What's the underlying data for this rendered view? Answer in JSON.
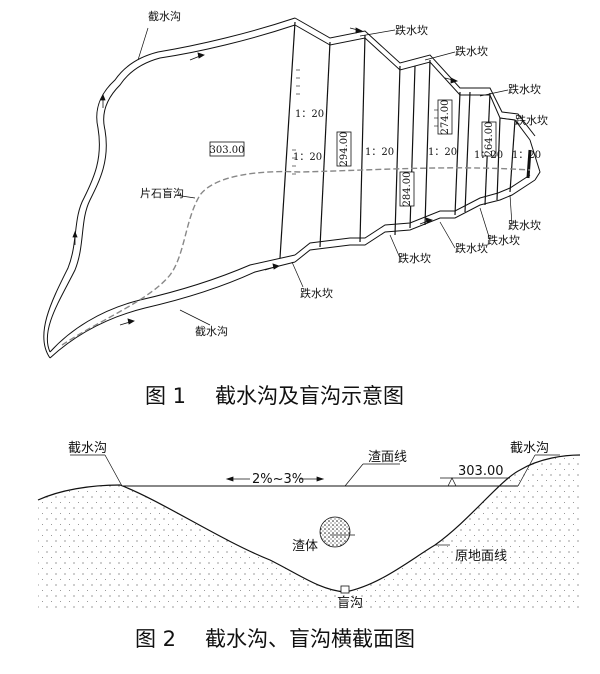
{
  "figure1": {
    "caption_no": "图 1",
    "caption_text": "截水沟及盲沟示意图",
    "label_intercept_top": "截水沟",
    "label_intercept_bottom": "截水沟",
    "label_blind_ditch": "片石盲沟",
    "drop_label": "跌水坎",
    "elevation_main": "303.00",
    "elevation_2": "294.00",
    "elevation_3": "284.00",
    "elevation_4": "274.00",
    "elevation_5": "264.00",
    "slope_ratio": "1：20"
  },
  "figure2": {
    "caption_no": "图 2",
    "caption_text": "截水沟、盲沟横截面图",
    "label_intercept_left": "截水沟",
    "label_intercept_right": "截水沟",
    "label_slag_surface": "渣面线",
    "label_slope": "2%~3%",
    "label_elevation": "303.00",
    "label_slag_body": "渣体",
    "label_original_ground": "原地面线",
    "label_blind_ditch": "盲沟"
  }
}
